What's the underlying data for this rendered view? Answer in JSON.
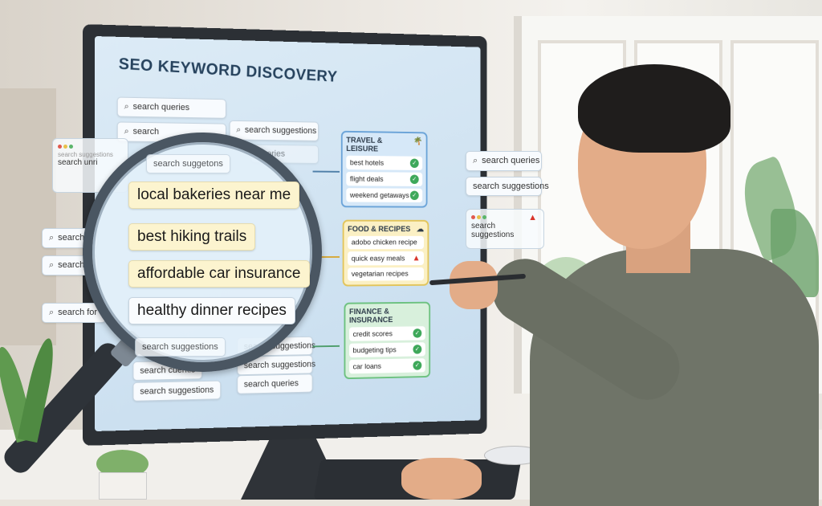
{
  "screen": {
    "title": "SEO KEYWORD DISCOVERY",
    "top_chips": [
      "search queries",
      "search",
      "search suggestions",
      "queries"
    ],
    "left_panel": {
      "sub": "search suggestions",
      "text": "search unri"
    },
    "left_chips": [
      "search",
      "search",
      "search for"
    ],
    "faded_chip": "search suggetons",
    "bottom_chips_left": [
      "search suggestions",
      "search cuerkis",
      "search suggestions"
    ],
    "bottom_chips_right": [
      "search suggestions",
      "search suggestions",
      "search queries"
    ],
    "magnified_keywords": [
      "local bakeries near me",
      "best hiking trails",
      "affordable car insurance",
      "healthy dinner recipes"
    ],
    "categories": [
      {
        "title": "TRAVEL & LEISURE",
        "icon": "palm-tree-icon",
        "color": "#6aa3d8",
        "bg": "#d6e8f8",
        "items": [
          {
            "label": "best hotels",
            "status": "check"
          },
          {
            "label": "flight deals",
            "status": "check"
          },
          {
            "label": "weekend getaways",
            "status": "check"
          }
        ]
      },
      {
        "title": "FOOD & RECIPES",
        "icon": "chef-hat-icon",
        "color": "#e2c45a",
        "bg": "#fbf0c4",
        "items": [
          {
            "label": "adobo chicken recipe",
            "status": ""
          },
          {
            "label": "quick easy meals",
            "status": "warning"
          },
          {
            "label": "vegetarian recipes",
            "status": ""
          }
        ]
      },
      {
        "title": "FINANCE & INSURANCE",
        "icon": "",
        "color": "#6cc17f",
        "bg": "#d8f0dc",
        "items": [
          {
            "label": "credit scores",
            "status": "check"
          },
          {
            "label": "budgeting tips",
            "status": "check"
          },
          {
            "label": "car loans",
            "status": "shield-check"
          }
        ]
      }
    ],
    "right_chips": [
      "search queries",
      "search suggestions"
    ],
    "right_panel": {
      "text": "search suggestions",
      "icon": "warning-icon"
    }
  }
}
